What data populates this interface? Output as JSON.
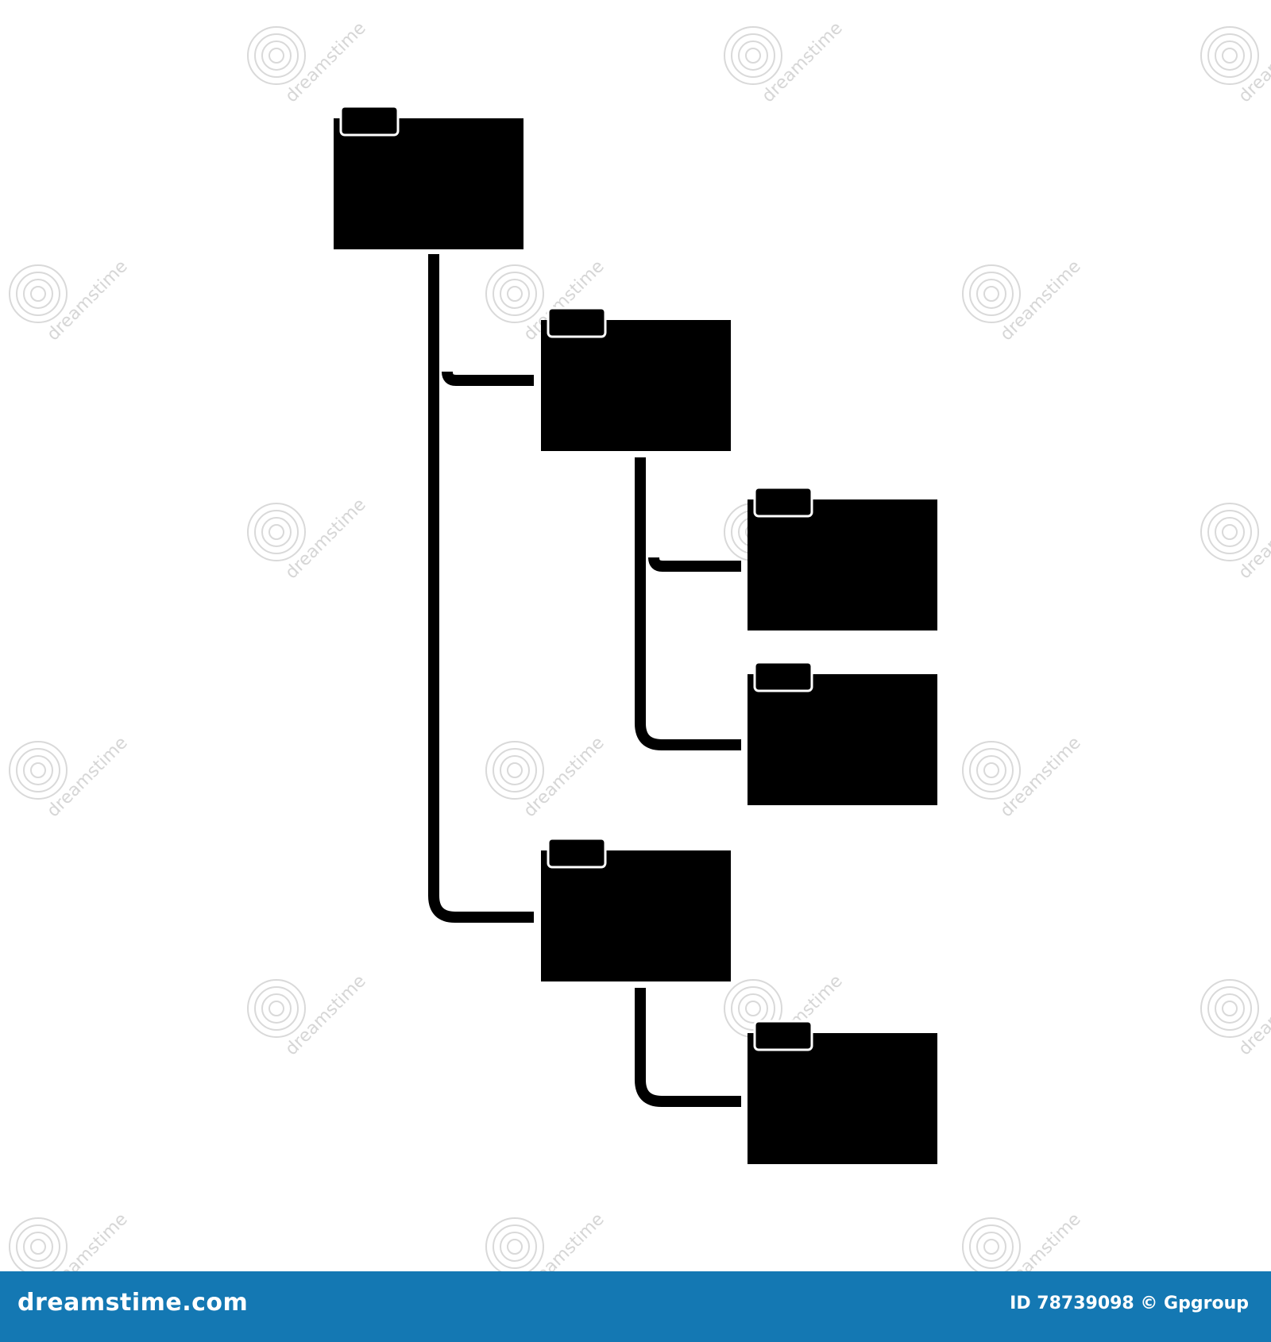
{
  "watermark": {
    "text": "dreamstime"
  },
  "tree": {
    "icon": "folder-icon",
    "fill_color": "#000000",
    "line_color": "#000000",
    "folders": [
      {
        "id": "root",
        "parent": null
      },
      {
        "id": "child-1",
        "parent": "root"
      },
      {
        "id": "grandchild-1a",
        "parent": "child-1"
      },
      {
        "id": "grandchild-1b",
        "parent": "child-1"
      },
      {
        "id": "child-2",
        "parent": "root"
      },
      {
        "id": "grandchild-2a",
        "parent": "child-2"
      }
    ]
  },
  "footer": {
    "background": "#1478b3",
    "brand": "dreamstime.com",
    "credit": "ID 78739098 © Gpgroup"
  }
}
